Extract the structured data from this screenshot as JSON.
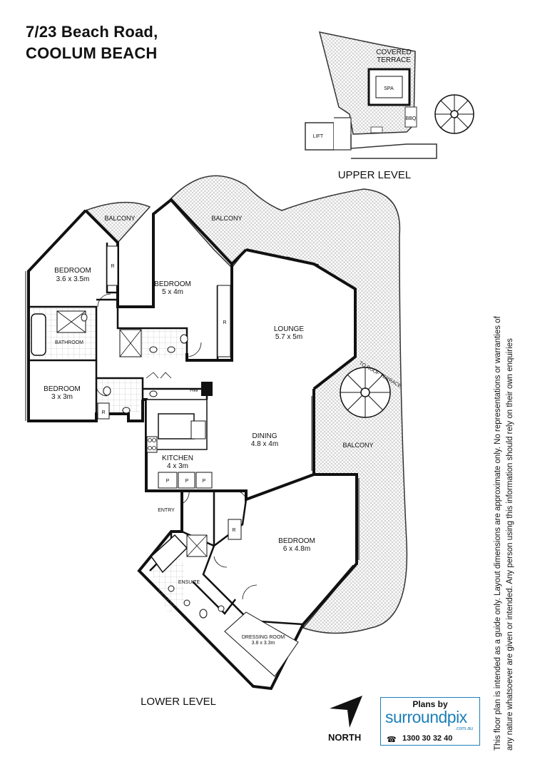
{
  "address": {
    "line1": "7/23 Beach Road,",
    "line2": "COOLUM BEACH"
  },
  "levels": {
    "upper": "UPPER LEVEL",
    "lower": "LOWER LEVEL"
  },
  "upper": {
    "covered_terrace_1": "COVERED",
    "covered_terrace_2": "TERRACE",
    "spa": "SPA",
    "bbq": "BBQ",
    "lift": "LIFT"
  },
  "rooms": {
    "bed1": {
      "name": "BEDROOM",
      "dims": "3.6 x 3.5m"
    },
    "bed2": {
      "name": "BEDROOM",
      "dims": "5 x 4m"
    },
    "bed3": {
      "name": "BEDROOM",
      "dims": "3 x 3m"
    },
    "bed4": {
      "name": "BEDROOM",
      "dims": "6 x 4.8m"
    },
    "lounge": {
      "name": "LOUNGE",
      "dims": "5.7 x 5m"
    },
    "dining": {
      "name": "DINING",
      "dims": "4.8 x 4m"
    },
    "kitchen": {
      "name": "KITCHEN",
      "dims": "4 x 3m"
    },
    "dressing": {
      "name": "DRESSING ROOM",
      "dims": "3.8 x 3.3m"
    },
    "bathroom": "BATHROOM",
    "ensuite": "ENSUITE",
    "entry": "ENTRY",
    "balcony": "BALCONY",
    "roof_terrace": "TO ROOF TERRACE",
    "robe": "R",
    "pantry": "P",
    "hw": "HW"
  },
  "compass": "NORTH",
  "logo": {
    "by": "Plans by",
    "brand": "surroundpix",
    "domain": ".com.au",
    "phone": "1300 30 32 40"
  },
  "disclaimer": "This floor plan is intended as a guide only. Layout dimensions are approximate only. No representations or warranties of any nature whatsoever are given or intended. Any person using this information should rely on their own enquiries",
  "colors": {
    "wall": "#111111",
    "hatch": "#bdbdbd",
    "brand": "#1d7fb8"
  }
}
